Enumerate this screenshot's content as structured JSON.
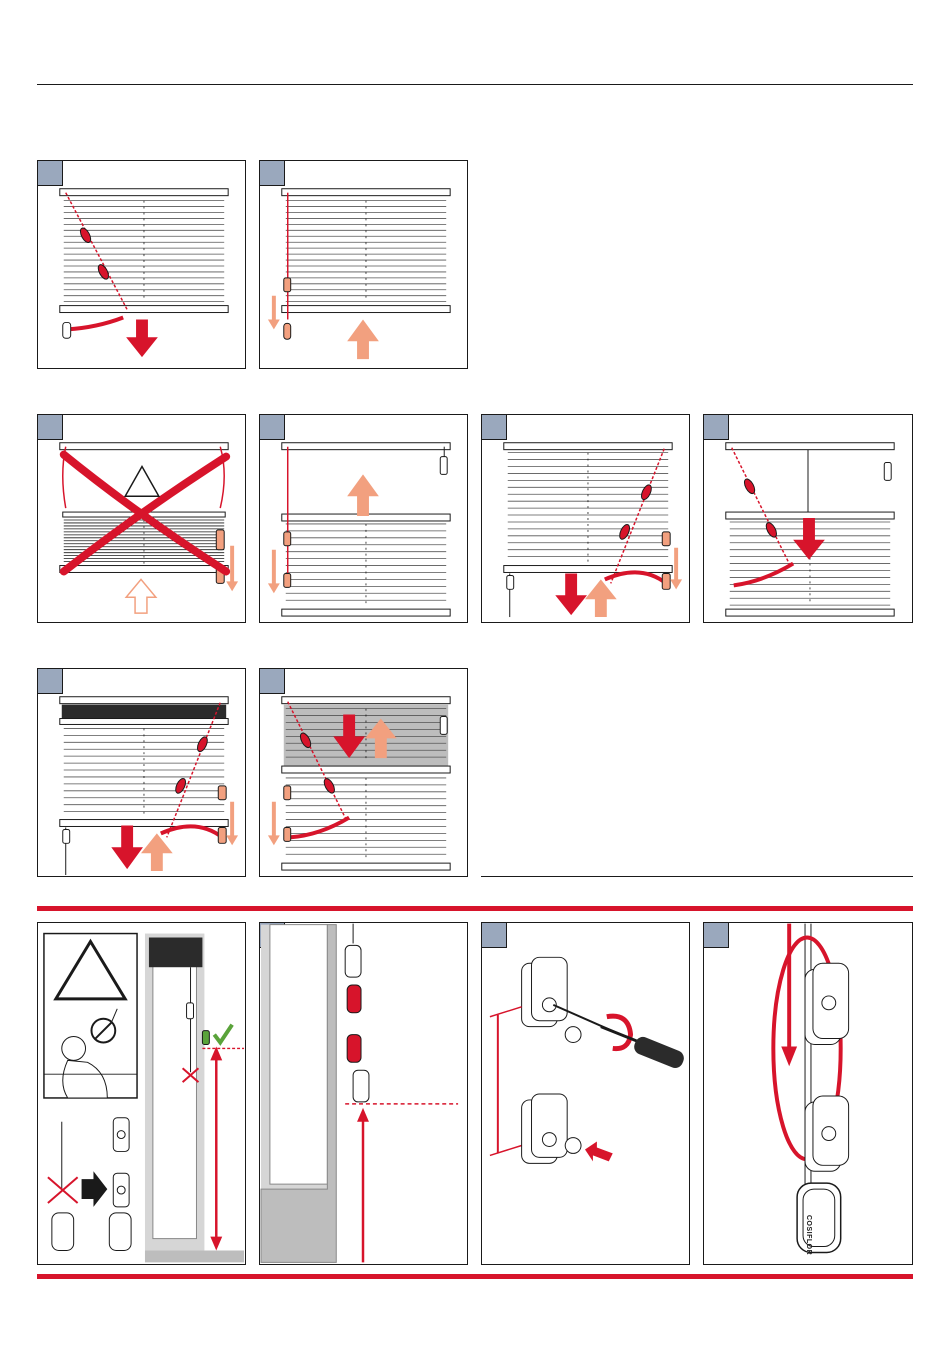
{
  "colors": {
    "accent_red": "#d7142b",
    "salmon": "#f2a07f",
    "tab_blue": "#9aa8bd",
    "line": "#1a1a1a",
    "grey_frame": "#bdbdbd"
  },
  "icons": [
    "warning-triangle-icon",
    "checkmark-icon",
    "prohibited-cross-icon",
    "arrow-right-icon",
    "screwdriver-icon"
  ],
  "steps": {
    "row1": [
      "panel-1",
      "panel-2"
    ],
    "row2": [
      "panel-3",
      "panel-4",
      "panel-5",
      "panel-6"
    ],
    "row3": [
      "panel-7",
      "panel-8"
    ],
    "row4": [
      "safety-panel",
      "panel-9",
      "panel-10",
      "panel-11"
    ]
  },
  "labels": {
    "cord_weight_brand": "COSIFLOR"
  }
}
